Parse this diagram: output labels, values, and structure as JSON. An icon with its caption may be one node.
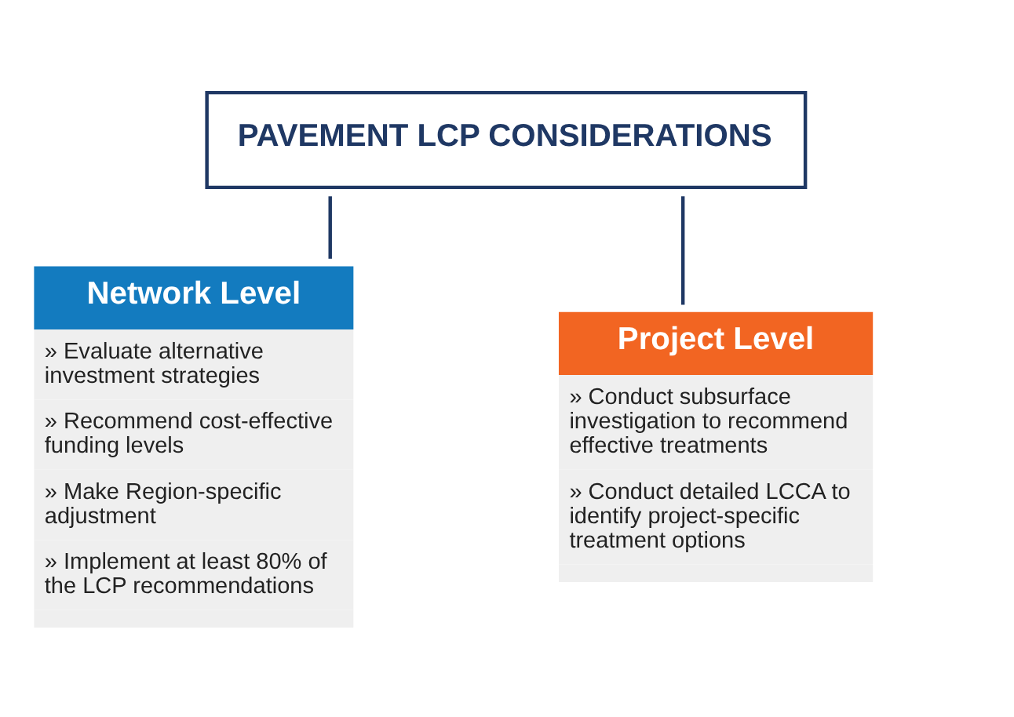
{
  "diagram": {
    "nodes": [
      {
        "text": [
          "PAVEMENT LCP CONSIDERATIONS"
        ]
      },
      {
        "text": [
          "Network Level",
          "» Evaluate alternative investment strategies",
          "» Recommend cost-effective funding levels",
          "» Make Region-specific adjustment",
          "» Implement at least 80% of the LCP recommendations"
        ]
      },
      {
        "text": [
          "Project Level",
          "» Conduct subsurface investigation to recommend effective treatments",
          "» Conduct detailed LCCA to identify project-specific treatment options"
        ]
      }
    ],
    "edges": [
      {
        "from": 0,
        "to": 1,
        "arrow": "none"
      },
      {
        "from": 0,
        "to": 2,
        "arrow": "none"
      }
    ]
  }
}
